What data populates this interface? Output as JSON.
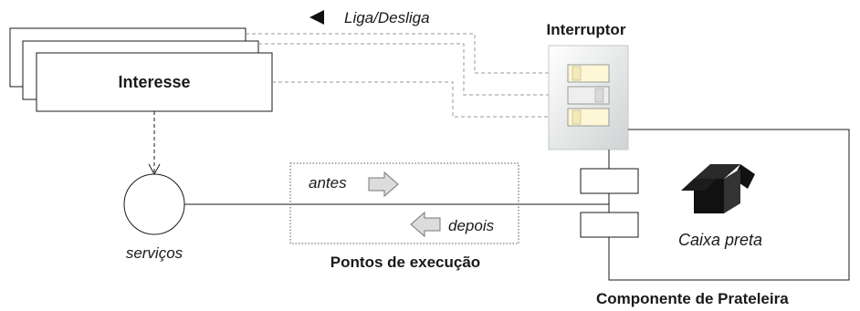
{
  "interest_box": {
    "label": "Interesse"
  },
  "toggle": {
    "label": "Liga/Desliga"
  },
  "switch": {
    "label": "Interruptor"
  },
  "services": {
    "label": "serviços"
  },
  "execution_points": {
    "label": "Pontos de execução",
    "before_label": "antes",
    "after_label": "depois"
  },
  "black_box": {
    "label": "Caixa preta"
  },
  "component": {
    "label": "Componente de Prateleira"
  },
  "colors": {
    "line": "#1a1a1a",
    "dashed_line": "#9a9a9a",
    "switch_panel": "#e4e6e6",
    "toggle_on": "#fdf7d6",
    "toggle_off": "#eeeeee",
    "arrow_fill": "#dcdcdc",
    "box_icon": "#111111"
  }
}
